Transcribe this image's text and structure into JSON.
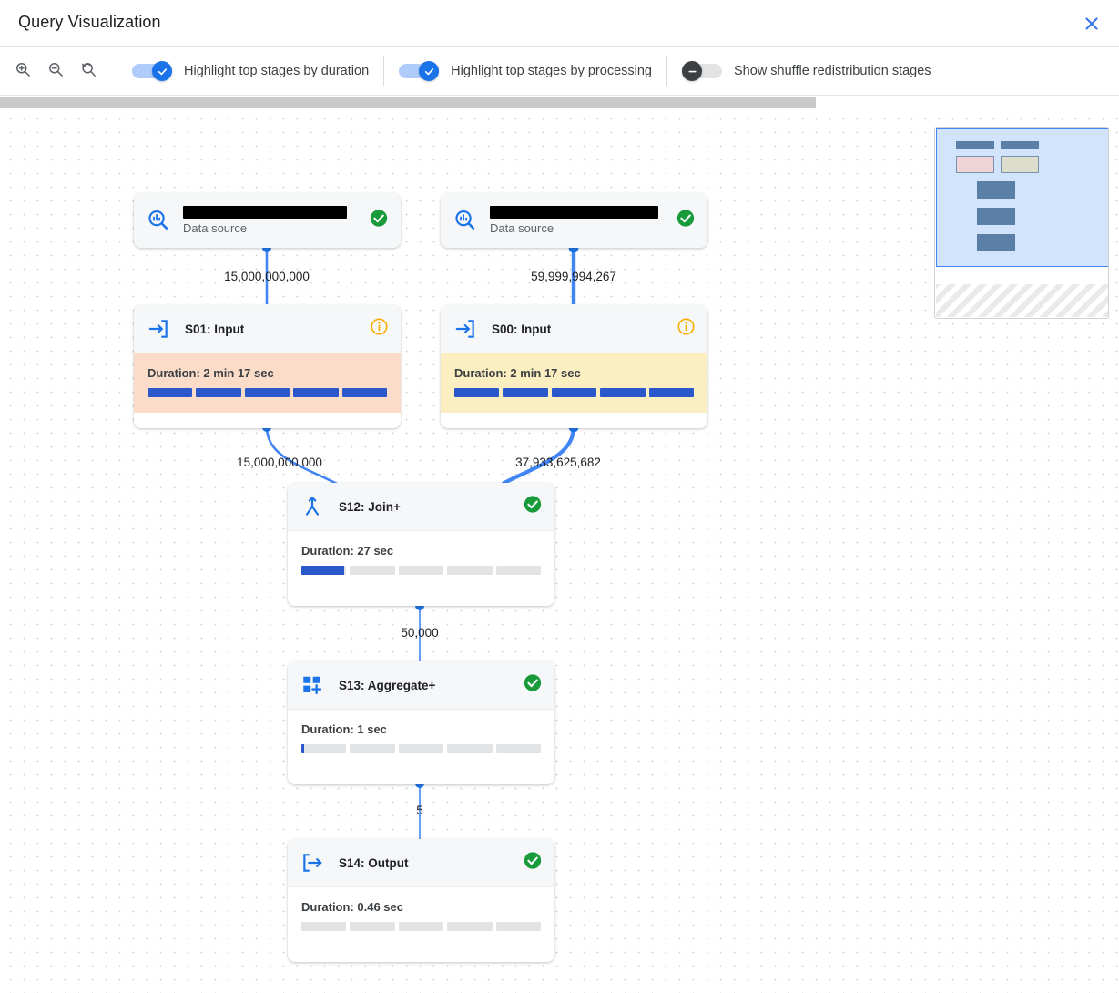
{
  "window": {
    "title": "Query Visualization",
    "close_icon": "close-icon"
  },
  "toolbar": {
    "zoom_in_icon": "zoom-in-icon",
    "zoom_out_icon": "zoom-out-icon",
    "zoom_reset_icon": "zoom-reset-icon",
    "toggles": [
      {
        "label": "Highlight top stages by duration",
        "on": true
      },
      {
        "label": "Highlight top stages by processing",
        "on": true
      },
      {
        "label": "Show shuffle redistribution stages",
        "on": false
      }
    ]
  },
  "colors": {
    "accent": "#1a73e8",
    "track_on": "#aecbfa",
    "track_off": "#e3e3e3",
    "knob_off": "#3c4043",
    "success": "#1e8e3e",
    "info": "#f9ab00",
    "bar_fill": "#2a58ca",
    "highlight_duration": "#fadcc9",
    "highlight_processing": "#fbeec0"
  },
  "graph": {
    "nodes": [
      {
        "id": "ds-left",
        "kind": "datasource",
        "name_redacted": true,
        "subtitle": "Data source",
        "icon": "bigquery-datasource-icon",
        "status": "success"
      },
      {
        "id": "ds-right",
        "kind": "datasource",
        "name_redacted": true,
        "subtitle": "Data source",
        "icon": "bigquery-datasource-icon",
        "status": "success"
      },
      {
        "id": "s01",
        "kind": "stage",
        "title": "S01: Input",
        "icon": "input-arrow-icon",
        "status": "info",
        "duration_label": "Duration: 2 min 17 sec",
        "highlight": "duration",
        "progress_pct": 100
      },
      {
        "id": "s00",
        "kind": "stage",
        "title": "S00: Input",
        "icon": "input-arrow-icon",
        "status": "info",
        "duration_label": "Duration: 2 min 17 sec",
        "highlight": "processing",
        "progress_pct": 100
      },
      {
        "id": "s12",
        "kind": "stage",
        "title": "S12: Join+",
        "icon": "join-merge-icon",
        "status": "success",
        "duration_label": "Duration: 27 sec",
        "highlight": "none",
        "progress_pct": 19
      },
      {
        "id": "s13",
        "kind": "stage",
        "title": "S13: Aggregate+",
        "icon": "aggregate-plus-icon",
        "status": "success",
        "duration_label": "Duration: 1 sec",
        "highlight": "none",
        "progress_pct": 1
      },
      {
        "id": "s14",
        "kind": "stage",
        "title": "S14: Output",
        "icon": "output-arrow-icon",
        "status": "success",
        "duration_label": "Duration: 0.46 sec",
        "highlight": "none",
        "progress_pct": 0
      }
    ],
    "edges": [
      {
        "from": "ds-left",
        "to": "s01",
        "label": "15,000,000,000"
      },
      {
        "from": "ds-right",
        "to": "s00",
        "label": "59,999,994,267"
      },
      {
        "from": "s01",
        "to": "s12",
        "label": "15,000,000,000"
      },
      {
        "from": "s00",
        "to": "s12",
        "label": "37,933,625,682"
      },
      {
        "from": "s12",
        "to": "s13",
        "label": "50,000"
      },
      {
        "from": "s13",
        "to": "s14",
        "label": "5"
      }
    ]
  },
  "minimap": {
    "name": "graph-minimap"
  }
}
